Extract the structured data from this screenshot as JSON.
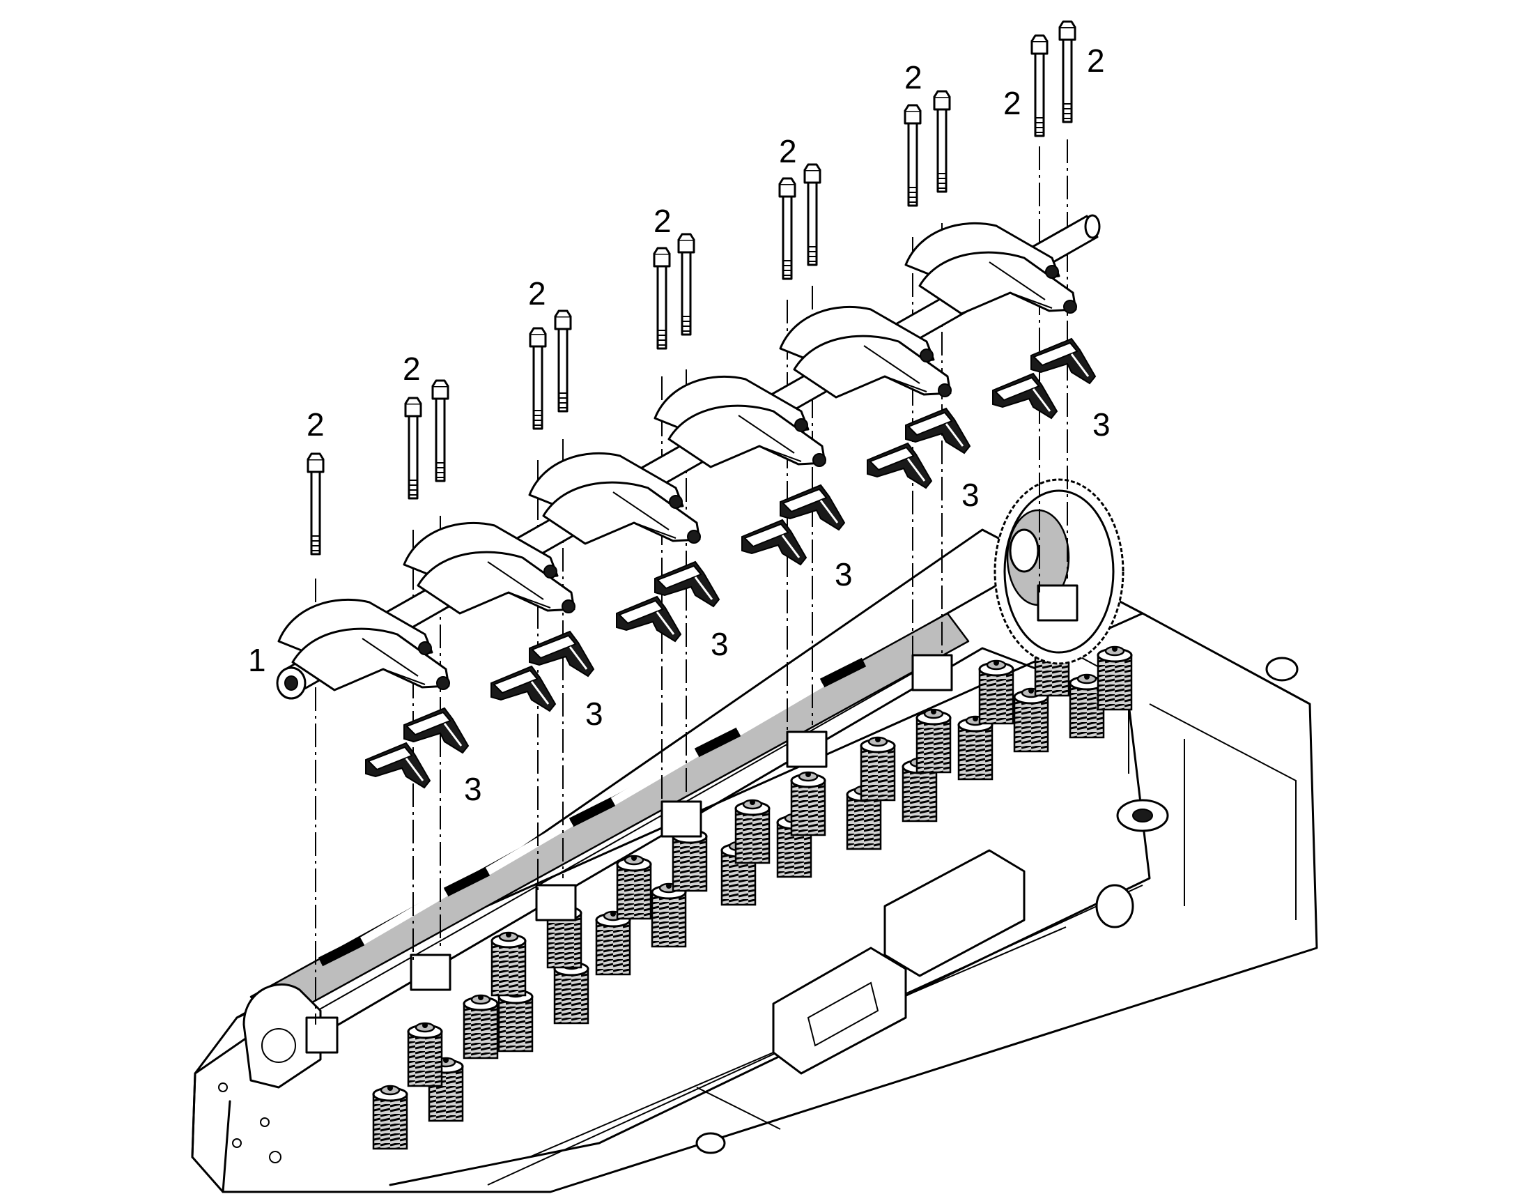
{
  "figure": {
    "callouts": {
      "shaft_label": "1",
      "bolt_label": "2",
      "bridge_label": "3"
    },
    "icons": [
      "rocker-arm-shaft-assembly",
      "shaft-bolt",
      "valve-bridge",
      "cylinder-head",
      "valve-spring",
      "camshaft-gear"
    ]
  }
}
